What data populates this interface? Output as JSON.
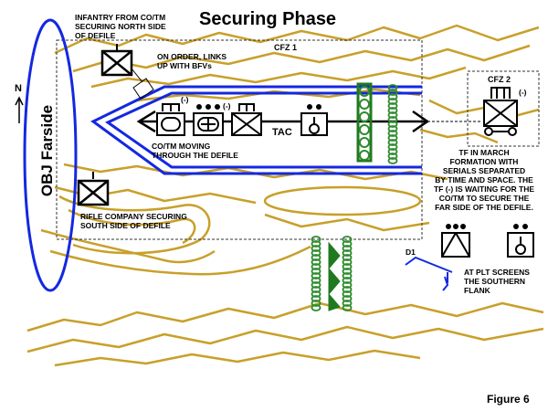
{
  "title": "Securing Phase",
  "figure_label": "Figure 6",
  "north_label": "N",
  "objective_label": "OBJ Farside",
  "cfz1_label": "CFZ 1",
  "cfz2_label": "CFZ 2",
  "tac_label": "TAC",
  "d1_label": "D1",
  "unit_size_reduced": "(-)",
  "annotations": {
    "infantry_north": "INFANTRY FROM CO/TM\nSECURING NORTH SIDE\nOF DEFILE",
    "links_up": "ON ORDER, LINKS\nUP WITH BFVs",
    "co_moving": "CO/TM MOVING\nTHROUGH THE DEFILE",
    "rifle_company": "RIFLE COMPANY SECURING\nSOUTH SIDE OF DEFILE",
    "tf_march": "TF IN MARCH\nFORMATION WITH\nSERIALS SEPARATED\nBY TIME AND SPACE.  THE\nTF (-) IS WAITING FOR THE\nCO/TM TO SECURE THE\nFAR SIDE OF THE DEFILE.",
    "at_plt": "AT PLT SCREENS\nTHE SOUTHERN\nFLANK"
  },
  "colors": {
    "terrain": "#c8a02a",
    "route": "#1428e0",
    "obstacle": "#2e8b2e",
    "obstacle_fill": "#1f7a1f",
    "symbol": "#000000"
  }
}
